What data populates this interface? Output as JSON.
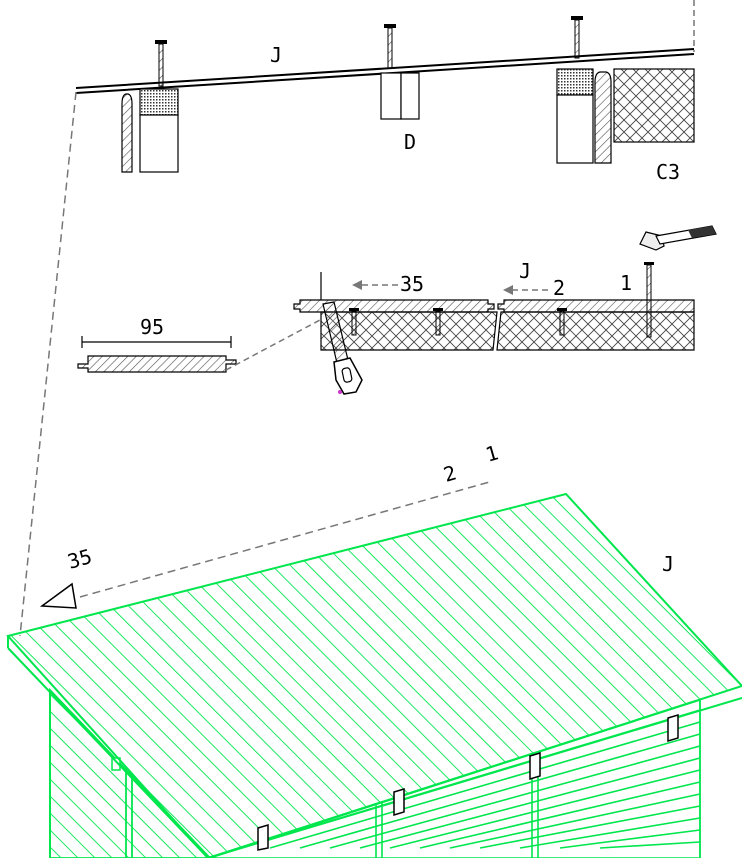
{
  "labels": {
    "beam_top": "J",
    "spacer_d": "D",
    "post_c3": "C3",
    "board_width": "95",
    "step_35": "35",
    "step_2": "2",
    "step_1": "1",
    "detail_j": "J",
    "roof_2": "2",
    "roof_1": "1",
    "roof_35": "35",
    "roof_j": "J"
  },
  "colors": {
    "line": "#000000",
    "roof_green": "#00e64d",
    "dash_gray": "#777777",
    "hatch_gray": "#555555",
    "nail_tip": "#cc33cc"
  },
  "icons": [
    "hammer-icon",
    "saw-icon",
    "nail-icon"
  ]
}
